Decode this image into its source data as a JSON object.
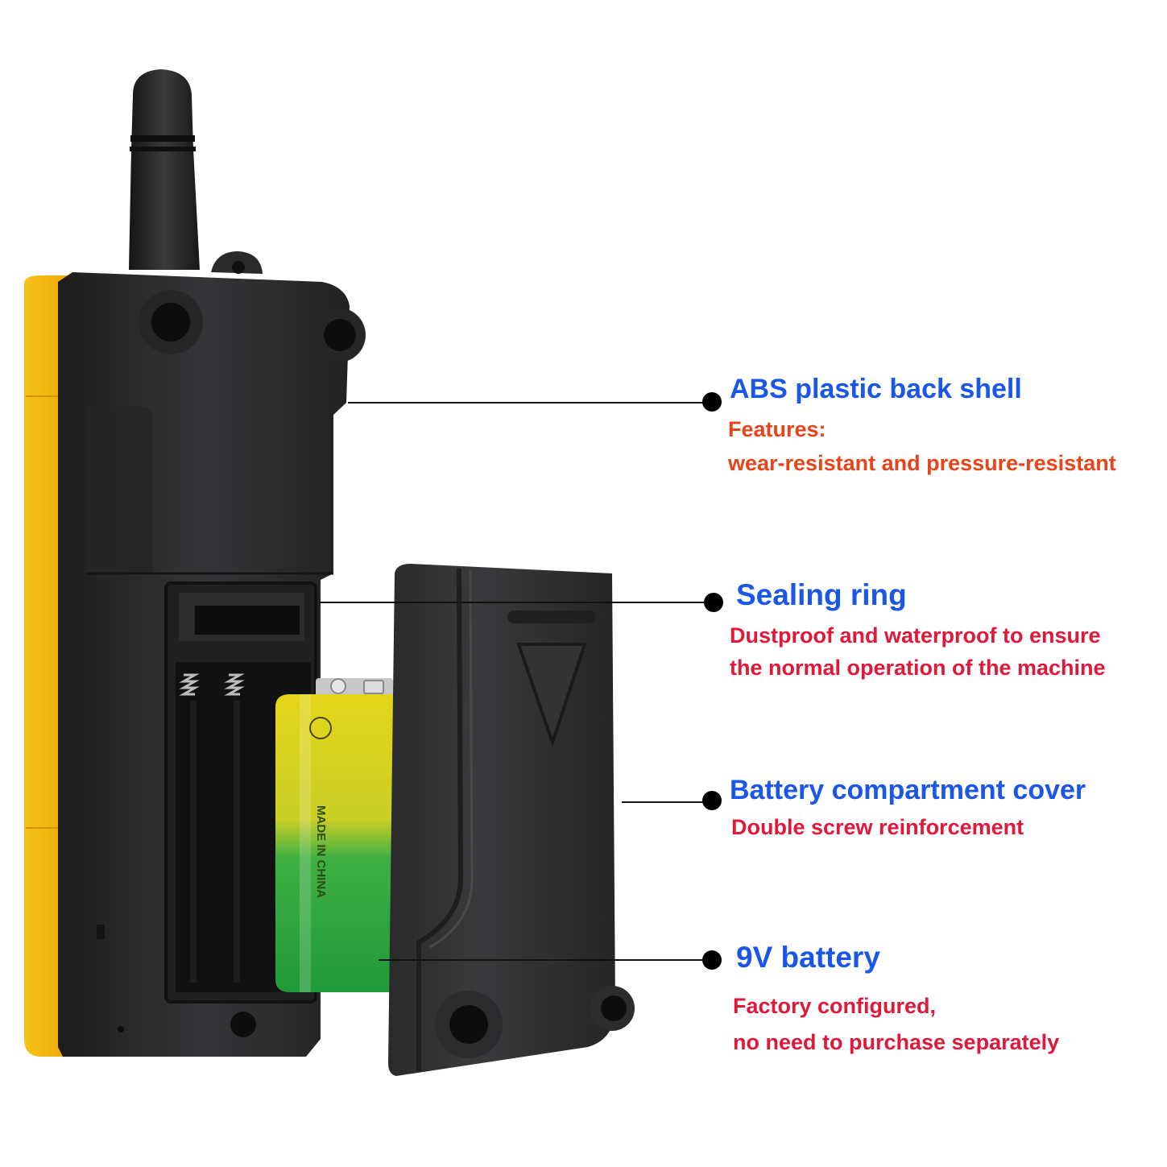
{
  "colors": {
    "title_blue": "#1a56e8",
    "desc_red": "#e0183a",
    "desc_orange": "#e8441a",
    "device_black": "#2b2b2d",
    "device_yellow": "#f3b400",
    "battery_green": "#2fae3c",
    "battery_yellow": "#d8d21a"
  },
  "annotations": [
    {
      "title": "ABS plastic back shell",
      "lines": [
        "Features:",
        "wear-resistant and pressure-resistant"
      ]
    },
    {
      "title": "Sealing ring",
      "lines": [
        "Dustproof and waterproof to ensure",
        "the normal operation of the machine"
      ]
    },
    {
      "title": "Battery compartment cover",
      "lines": [
        "Double screw reinforcement"
      ]
    },
    {
      "title": "9V battery",
      "lines": [
        "Factory configured,",
        "no need to purchase separately"
      ]
    }
  ],
  "battery_print": {
    "text": "MADE IN CHINA"
  }
}
